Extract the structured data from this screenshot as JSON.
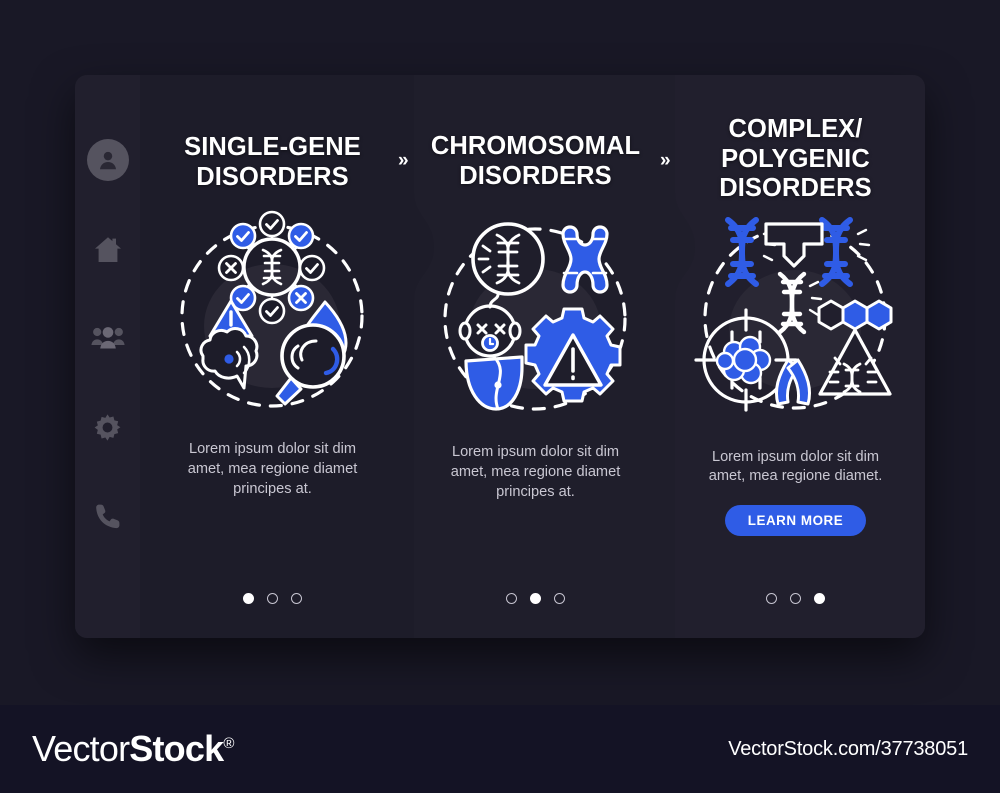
{
  "theme": {
    "background": "#191826",
    "card_background": "#1d1c29",
    "sidebar_background": "#211f2d",
    "accent_blue": "#2f5ce6",
    "text_primary": "#ffffff",
    "text_secondary": "#c9c7d2",
    "footer_background": "#141325"
  },
  "sidebar": {
    "items": [
      {
        "icon": "user-avatar-icon",
        "label": "Profile"
      },
      {
        "icon": "home-icon",
        "label": "Home"
      },
      {
        "icon": "people-group-icon",
        "label": "Community"
      },
      {
        "icon": "gear-icon",
        "label": "Settings"
      },
      {
        "icon": "phone-icon",
        "label": "Contact"
      }
    ]
  },
  "panels": [
    {
      "id": "single-gene",
      "title": "SINGLE-GENE DISORDERS",
      "title_lines": [
        "SINGLE-GENE",
        "DISORDERS"
      ],
      "illustration": "dna-checklist-brain-magnifier-illustration",
      "body": "Lorem ipsum dolor sit dim amet, mea regione diamet principes at.",
      "cta": null,
      "dots": {
        "count": 3,
        "active_index": 0
      }
    },
    {
      "id": "chromosomal",
      "title": "CHROMOSOMAL DISORDERS",
      "title_lines": [
        "CHROMOSOMAL",
        "DISORDERS"
      ],
      "illustration": "dna-break-chromosome-baby-gear-warning-illustration",
      "body": "Lorem ipsum dolor sit dim amet, mea regione diamet principes at.",
      "cta": null,
      "dots": {
        "count": 3,
        "active_index": 1
      }
    },
    {
      "id": "complex-polygenic",
      "title": "COMPLEX/ POLYGENIC DISORDERS",
      "title_lines": [
        "COMPLEX/",
        "POLYGENIC",
        "DISORDERS"
      ],
      "illustration": "dna-strands-molecule-tumor-ribbon-flask-illustration",
      "body": "Lorem ipsum dolor sit dim amet, mea regione diamet.",
      "cta": "LEARN MORE",
      "dots": {
        "count": 3,
        "active_index": 2
      }
    }
  ],
  "navigation": {
    "chevron_1": "»",
    "chevron_2": "»"
  },
  "footer": {
    "logo_light": "Vector",
    "logo_bold": "Stock",
    "logo_registered": "®",
    "site_url": "VectorStock.com/37738051"
  }
}
